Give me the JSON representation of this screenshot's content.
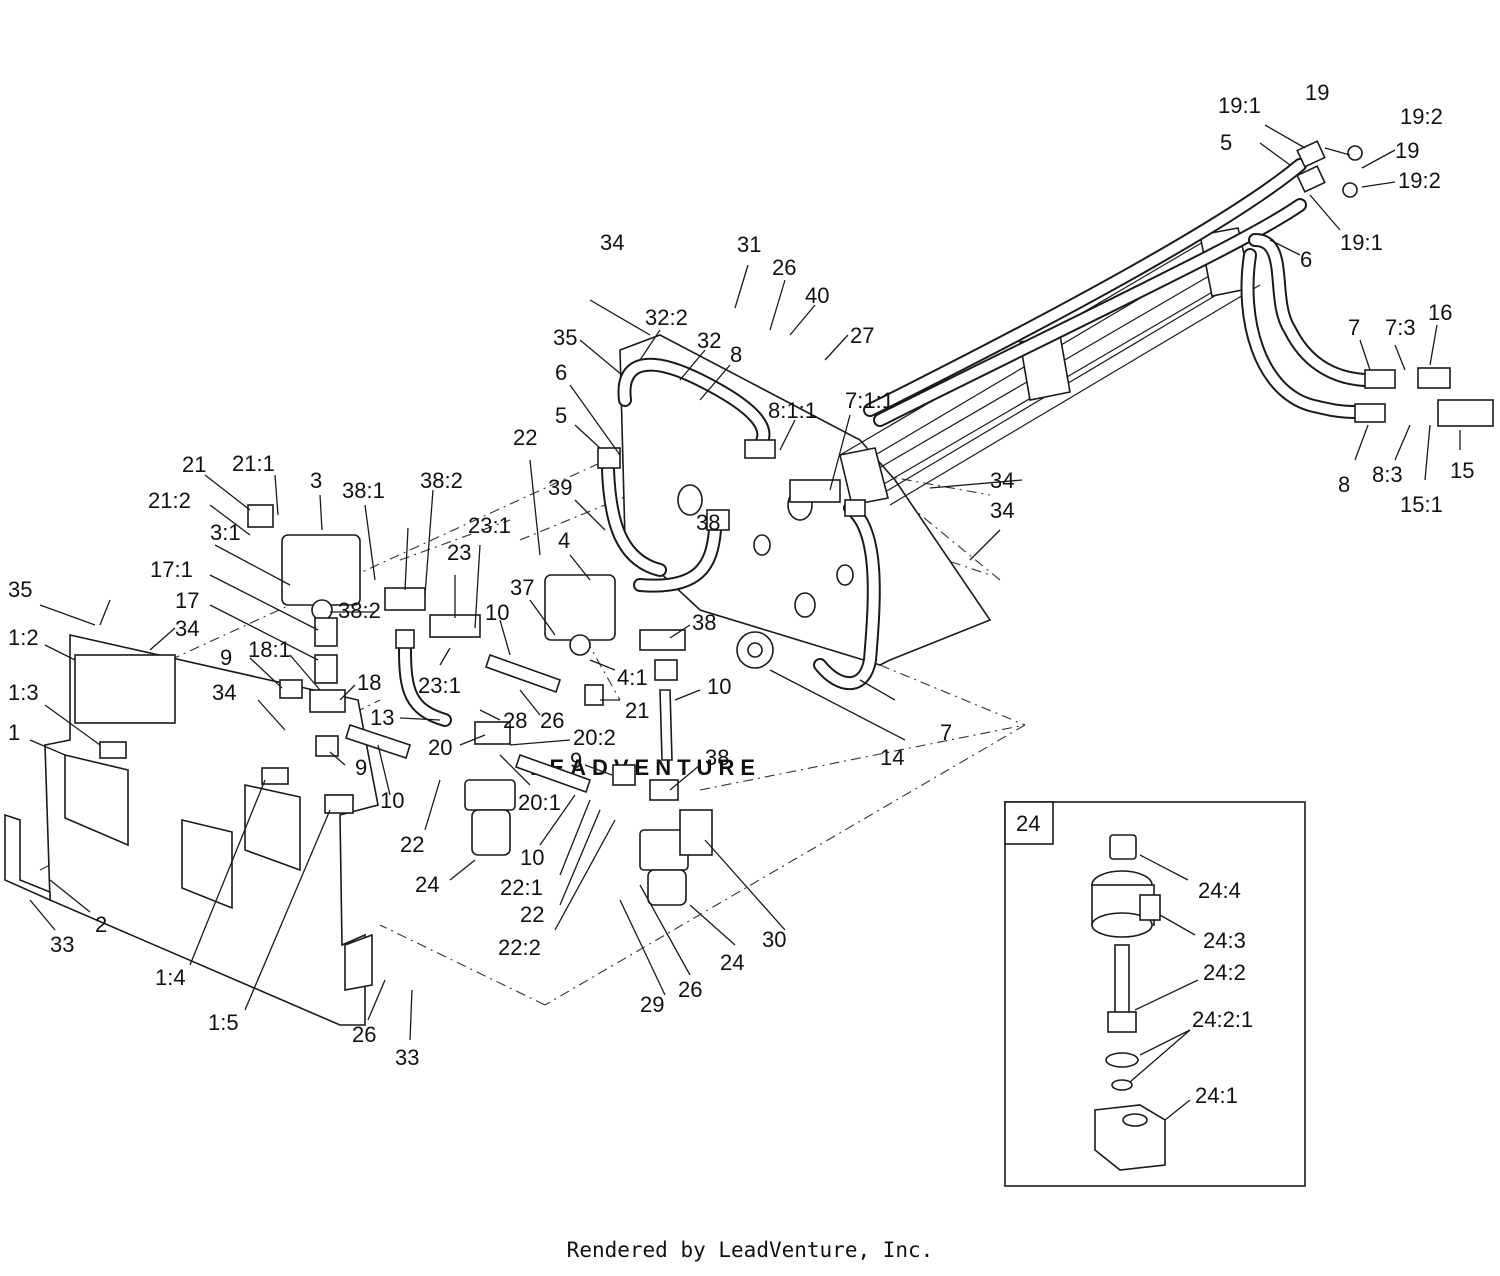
{
  "watermark": "LEADVENTURE",
  "footer": "Rendered by LeadVenture, Inc.",
  "inset": {
    "title": "24"
  },
  "callouts": [
    {
      "label": "1"
    },
    {
      "label": "1:2"
    },
    {
      "label": "1:3"
    },
    {
      "label": "1:4"
    },
    {
      "label": "1:5"
    },
    {
      "label": "2"
    },
    {
      "label": "3"
    },
    {
      "label": "3:1"
    },
    {
      "label": "4"
    },
    {
      "label": "4:1"
    },
    {
      "label": "5"
    },
    {
      "label": "5"
    },
    {
      "label": "6"
    },
    {
      "label": "6"
    },
    {
      "label": "7"
    },
    {
      "label": "7"
    },
    {
      "label": "7:1:1"
    },
    {
      "label": "7:3"
    },
    {
      "label": "8"
    },
    {
      "label": "8"
    },
    {
      "label": "8:1:1"
    },
    {
      "label": "8:3"
    },
    {
      "label": "9"
    },
    {
      "label": "9"
    },
    {
      "label": "9"
    },
    {
      "label": "10"
    },
    {
      "label": "10"
    },
    {
      "label": "10"
    },
    {
      "label": "10"
    },
    {
      "label": "13"
    },
    {
      "label": "14"
    },
    {
      "label": "15"
    },
    {
      "label": "15:1"
    },
    {
      "label": "16"
    },
    {
      "label": "17"
    },
    {
      "label": "17:1"
    },
    {
      "label": "18"
    },
    {
      "label": "18:1"
    },
    {
      "label": "19"
    },
    {
      "label": "19"
    },
    {
      "label": "19:1"
    },
    {
      "label": "19:1"
    },
    {
      "label": "19:2"
    },
    {
      "label": "19:2"
    },
    {
      "label": "20"
    },
    {
      "label": "20:1"
    },
    {
      "label": "20:2"
    },
    {
      "label": "21"
    },
    {
      "label": "21"
    },
    {
      "label": "21:1"
    },
    {
      "label": "21:2"
    },
    {
      "label": "22"
    },
    {
      "label": "22"
    },
    {
      "label": "22"
    },
    {
      "label": "22:1"
    },
    {
      "label": "22:2"
    },
    {
      "label": "23"
    },
    {
      "label": "23:1"
    },
    {
      "label": "23:1"
    },
    {
      "label": "24"
    },
    {
      "label": "24"
    },
    {
      "label": "26"
    },
    {
      "label": "26"
    },
    {
      "label": "26"
    },
    {
      "label": "26"
    },
    {
      "label": "27"
    },
    {
      "label": "28"
    },
    {
      "label": "29"
    },
    {
      "label": "30"
    },
    {
      "label": "31"
    },
    {
      "label": "32"
    },
    {
      "label": "32:2"
    },
    {
      "label": "33"
    },
    {
      "label": "33"
    },
    {
      "label": "34"
    },
    {
      "label": "34"
    },
    {
      "label": "34"
    },
    {
      "label": "34"
    },
    {
      "label": "34"
    },
    {
      "label": "35"
    },
    {
      "label": "35"
    },
    {
      "label": "37"
    },
    {
      "label": "38"
    },
    {
      "label": "38"
    },
    {
      "label": "38"
    },
    {
      "label": "38:1"
    },
    {
      "label": "38:2"
    },
    {
      "label": "38:2"
    },
    {
      "label": "39"
    },
    {
      "label": "40"
    },
    {
      "label": "24:1"
    },
    {
      "label": "24:2"
    },
    {
      "label": "24:2:1"
    },
    {
      "label": "24:3"
    },
    {
      "label": "24:4"
    }
  ]
}
